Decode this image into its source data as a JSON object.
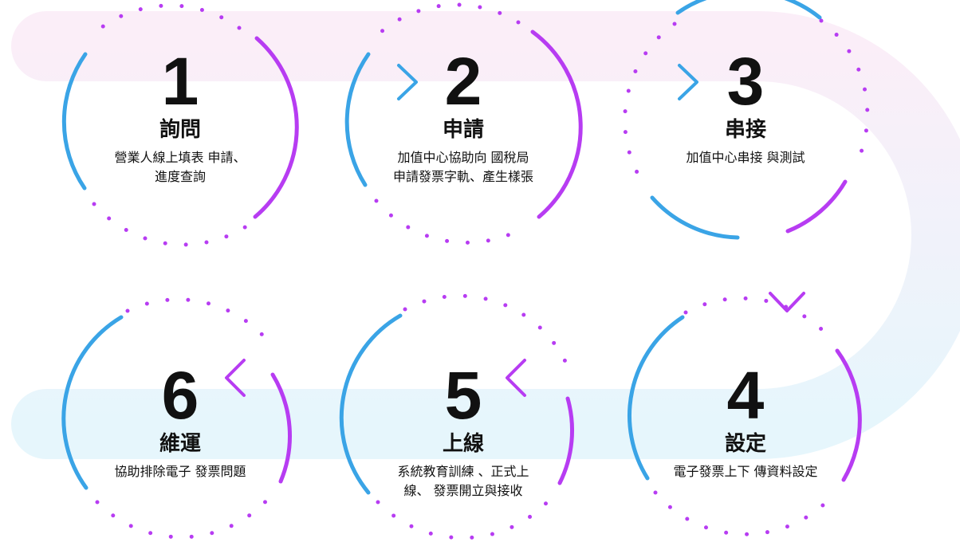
{
  "colors": {
    "blue": "#3aa4e6",
    "purple": "#b73cf2",
    "band_top": "#fbeef8",
    "band_bottom": "#e6f6fc"
  },
  "steps": [
    {
      "number": "1",
      "title": "詢問",
      "desc": "營業人線上填表 申請、\n進度查詢"
    },
    {
      "number": "2",
      "title": "申請",
      "desc": "加值中心協助向 國稅局\n申請發票字軌、產生樣張"
    },
    {
      "number": "3",
      "title": "串接",
      "desc": "加值中心串接 與測試"
    },
    {
      "number": "4",
      "title": "設定",
      "desc": "電子發票上下 傳資料設定"
    },
    {
      "number": "5",
      "title": "上線",
      "desc": "系統教育訓練 、正式上\n線、 發票開立與接收"
    },
    {
      "number": "6",
      "title": "維運",
      "desc": "協助排除電子 發票問題"
    }
  ]
}
